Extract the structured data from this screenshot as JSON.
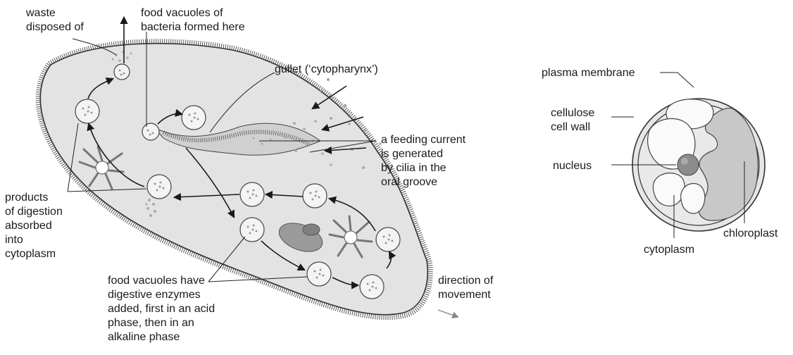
{
  "paramecium": {
    "labels": {
      "waste_1": "waste",
      "waste_2": "disposed of",
      "fv_formed_1": "food vacuoles of",
      "fv_formed_2": "bacteria formed here",
      "gullet": "gullet (‘cytopharynx’)",
      "current_1": "a feeding current",
      "current_2": "is generated",
      "current_3": "by cilia in the",
      "current_4": "oral groove",
      "products_1": "products",
      "products_2": "of digestion",
      "products_3": "absorbed",
      "products_4": "into",
      "products_5": "cytoplasm",
      "enzymes_1": "food vacuoles have",
      "enzymes_2": "digestive enzymes",
      "enzymes_3": "added, first in an acid",
      "enzymes_4": "phase, then in an",
      "enzymes_5": "alkaline phase",
      "direction_1": "direction of",
      "direction_2": "movement"
    }
  },
  "plant_cell": {
    "labels": {
      "plasma_membrane": "plasma membrane",
      "cellulose_1": "cellulose",
      "cellulose_2": "cell wall",
      "nucleus": "nucleus",
      "chloroplast": "chloroplast",
      "cytoplasm": "cytoplasm"
    }
  },
  "colors": {
    "cell_fill": "#e3e3e3",
    "chloroplast_fill": "#c8c8c8",
    "line": "#222222",
    "arrow_grey": "#888888"
  }
}
